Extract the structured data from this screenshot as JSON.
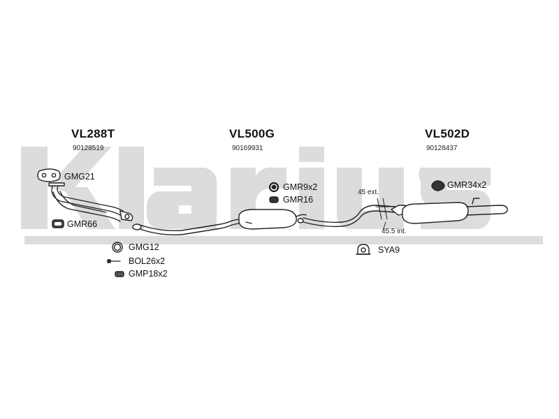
{
  "watermark": {
    "text": "Klarius",
    "color": "#d9d9d9"
  },
  "sections": [
    {
      "code": "VL288T",
      "number": "90128519"
    },
    {
      "code": "VL500G",
      "number": "90169931"
    },
    {
      "code": "VL502D",
      "number": "90128437"
    }
  ],
  "parts": {
    "gmg21": "GMG21",
    "gmr66": "GMR66",
    "gmg12": "GMG12",
    "bol26": "BOL26x2",
    "gmp18": "GMP18x2",
    "gmr9": "GMR9x2",
    "gmr16": "GMR16",
    "gmr34": "GMR34x2",
    "sya9": "SYA9"
  },
  "dimensions": {
    "ext": "45 ext.",
    "int": "45.5 int."
  },
  "colors": {
    "line": "#222222",
    "pipe_fill": "#ffffff",
    "watermark": "#d9d9d9"
  }
}
